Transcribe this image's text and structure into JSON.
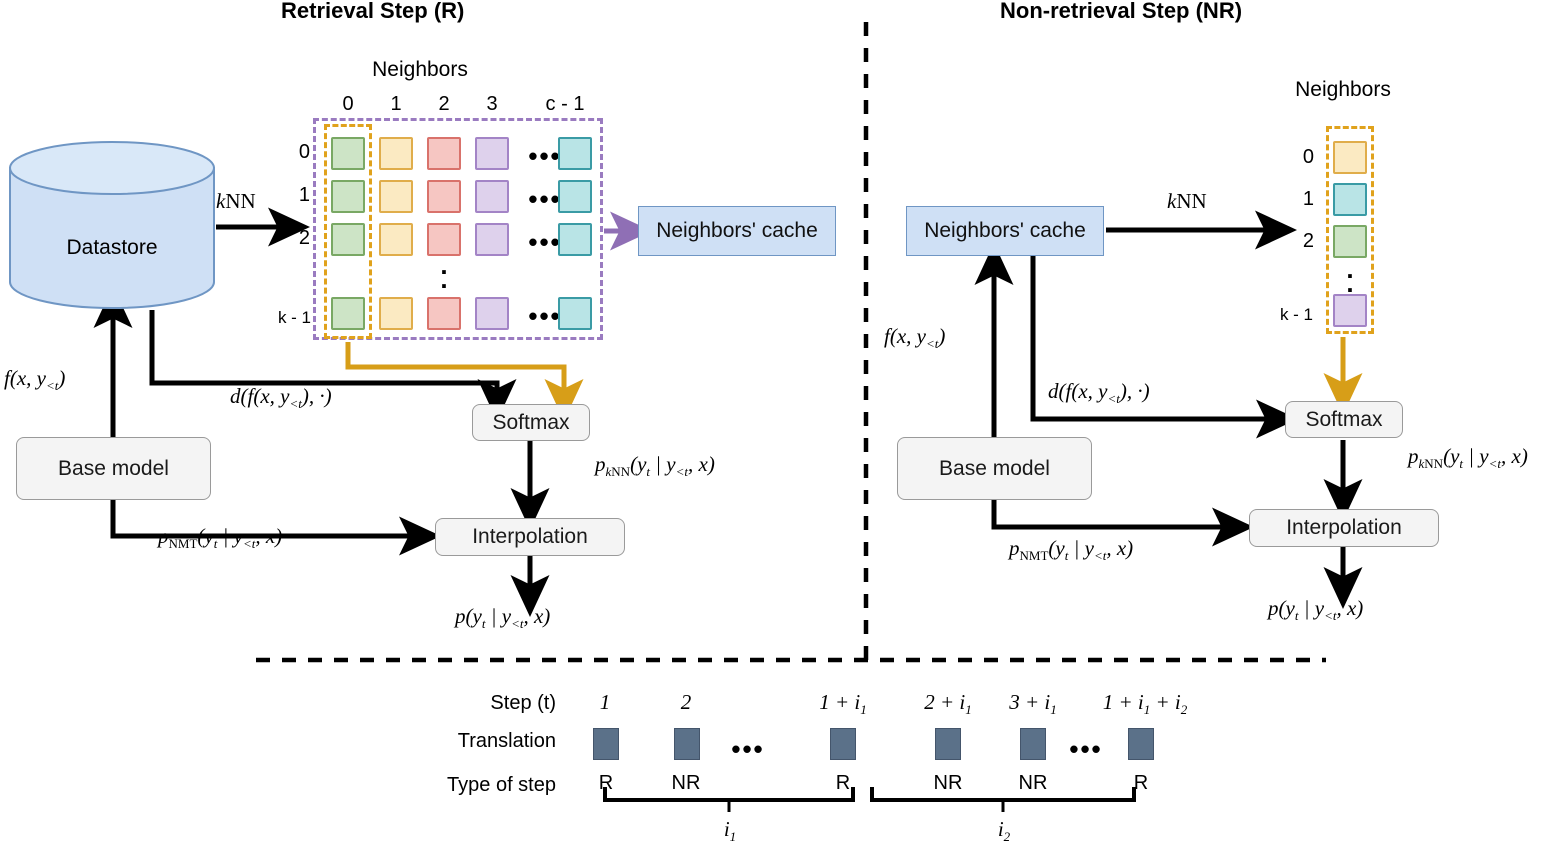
{
  "titles": {
    "left": "Retrieval Step (R)",
    "right": "Non-retrieval Step (NR)"
  },
  "left_panel": {
    "datastore_label": "Datastore",
    "base_model_label": "Base model",
    "softmax_label": "Softmax",
    "interpolation_label": "Interpolation",
    "cache_label": "Neighbors' cache",
    "neighbors_title": "Neighbors",
    "knn_label": "kNN",
    "f_label": "f(x, y<t)",
    "d_label": "d(f(x, y<t), ·)",
    "p_knn_label": "pkNN(yt | y<t, x)",
    "p_nmt_label": "pNMT(yt | y<t, x)",
    "p_out_label": "p(yt | y<t, x)",
    "col_headers": [
      "0",
      "1",
      "2",
      "3",
      "c - 1"
    ],
    "row_headers": [
      "0",
      "1",
      "2",
      "k - 1"
    ],
    "grid_colors": [
      {
        "fill": "#cde4c6",
        "border": "#79a864"
      },
      {
        "fill": "#fbeac2",
        "border": "#e0ad4a"
      },
      {
        "fill": "#f6c6c2",
        "border": "#d9726b"
      },
      {
        "fill": "#ded1ec",
        "border": "#a384c6"
      },
      {
        "fill": "#b9e4e6",
        "border": "#3a9ba5"
      }
    ],
    "grid_outline_color": "#9a7bc0",
    "highlight_color": "#e0a21c",
    "arrow_cache_color": "#8f6fb5"
  },
  "right_panel": {
    "cache_label": "Neighbors' cache",
    "base_model_label": "Base model",
    "softmax_label": "Softmax",
    "interpolation_label": "Interpolation",
    "neighbors_title": "Neighbors",
    "knn_label": "kNN",
    "f_label": "f(x, y<t)",
    "d_label": "d(f(x, y<t), ·)",
    "p_knn_label": "pkNN(yt | y<t, x)",
    "p_nmt_label": "pNMT(yt | y<t, x)",
    "p_out_label": "p(yt | y<t, x)",
    "row_headers": [
      "0",
      "1",
      "2",
      "k - 1"
    ],
    "column_colors": [
      {
        "fill": "#fbeac2",
        "border": "#e0ad4a"
      },
      {
        "fill": "#b9e4e6",
        "border": "#3a9ba5"
      },
      {
        "fill": "#cde4c6",
        "border": "#79a864"
      },
      {
        "fill": "#ded1ec",
        "border": "#a384c6"
      }
    ]
  },
  "timeline": {
    "row_labels": [
      "Step (t)",
      "Translation",
      "Type of step"
    ],
    "steps": [
      "1",
      "2",
      "1 + i1",
      "2 + i1",
      "3 + i1",
      "1 + i1 + i2"
    ],
    "types": [
      "R",
      "NR",
      "R",
      "NR",
      "NR",
      "R"
    ],
    "brackets": [
      "i1",
      "i2"
    ],
    "translation_color": "#5b7189"
  }
}
